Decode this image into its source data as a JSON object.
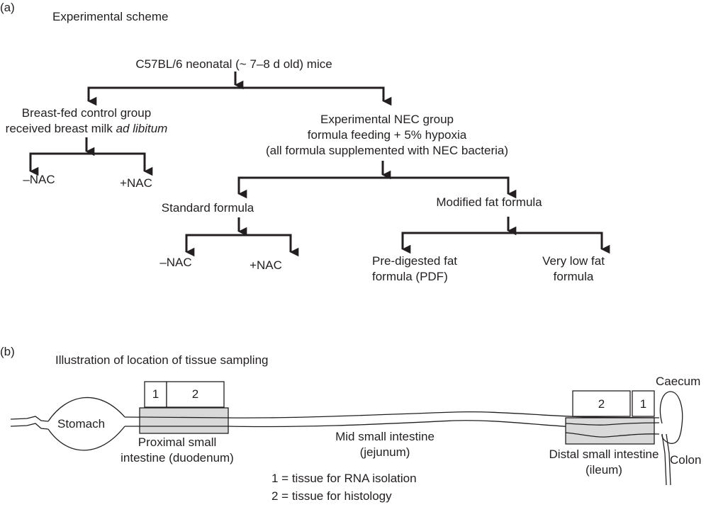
{
  "panel_a": {
    "label": "(a)",
    "title": "Experimental scheme",
    "root": "C57BL/6 neonatal (~ 7–8 d old) mice",
    "control_group": {
      "line1": "Breast-fed control group",
      "line2_prefix": "received breast milk ",
      "line2_italic": "ad libitum",
      "children": [
        "–NAC",
        "+NAC"
      ]
    },
    "nec_group": {
      "line1": "Experimental NEC group",
      "line2": "formula feeding + 5% hypoxia",
      "line3": "(all formula supplemented with NEC bacteria)",
      "standard_formula": {
        "label": "Standard formula",
        "children": [
          "–NAC",
          "+NAC"
        ]
      },
      "modified_fat_formula": {
        "label": "Modified fat formula",
        "children": [
          {
            "line1": "Pre-digested fat",
            "line2": "formula (PDF)"
          },
          {
            "line1": "Very low fat",
            "line2": "formula"
          }
        ]
      }
    }
  },
  "panel_b": {
    "label": "(b)",
    "title": "Illustration of location of tissue sampling",
    "stomach": "Stomach",
    "proximal": {
      "line1": "Proximal small",
      "line2": "intestine (duodenum)",
      "boxes": [
        "1",
        "2"
      ]
    },
    "mid": {
      "line1": "Mid small intestine",
      "line2": "(jejunum)"
    },
    "distal": {
      "line1": "Distal small intestine",
      "line2": "(ileum)",
      "boxes": [
        "2",
        "1"
      ]
    },
    "caecum": "Caecum",
    "colon": "Colon",
    "legend": [
      "1 = tissue for RNA isolation",
      "2 = tissue for histology"
    ]
  },
  "colors": {
    "ink": "#231f20",
    "sample_fill": "#d9d9d9"
  }
}
